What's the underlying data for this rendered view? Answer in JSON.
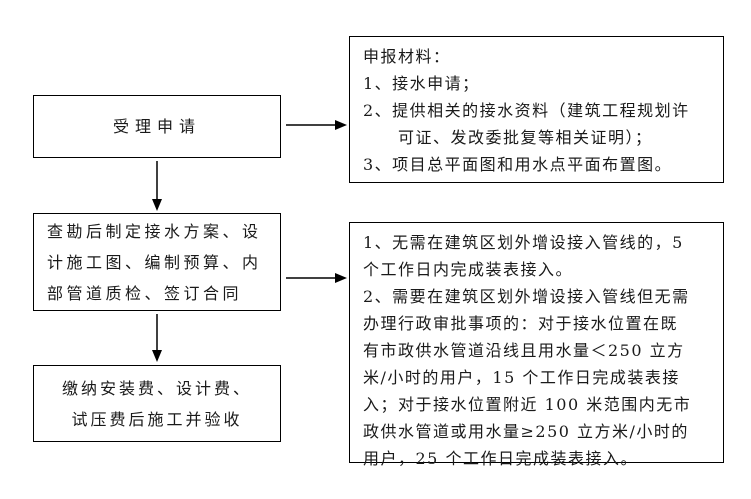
{
  "colors": {
    "background": "#ffffff",
    "box_border": "#000000",
    "text": "#1a1a1a",
    "arrow_line": "#404040",
    "arrowhead": "#000000"
  },
  "flowchart": {
    "process_boxes": [
      {
        "name": "accept-application",
        "lines": [
          "受理申请"
        ]
      },
      {
        "name": "survey-design-contract",
        "lines": [
          "查勘后制定接水方案、设",
          "计施工图、编制预算、内",
          "部管道质检、签订合同"
        ]
      },
      {
        "name": "pay-fees-construct-accept",
        "lines": [
          "缴纳安装费、设计费、",
          "试压费后施工并验收"
        ]
      }
    ],
    "detail_boxes": [
      {
        "name": "application-materials",
        "lines": [
          "申报材料：",
          "1、接水申请；",
          "2、提供相关的接水资料（建筑工程规划许",
          "　　可证、发改委批复等相关证明）；",
          "3、项目总平面图和用水点平面布置图。"
        ]
      },
      {
        "name": "timeline-rules",
        "lines": [
          "1、无需在建筑区划外增设接入管线的，5",
          "个工作日内完成装表接入。",
          "2、需要在建筑区划外增设接入管线但无需",
          "办理行政审批事项的：对于接水位置在既",
          "有市政供水管道沿线且用水量＜250 立方",
          "米/小时的用户，15 个工作日完成装表接",
          "入；对于接水位置附近 100 米范围内无市",
          "政供水管道或用水量≥250 立方米/小时的",
          "用户，25 个工作日完成装表接入。"
        ]
      }
    ]
  }
}
